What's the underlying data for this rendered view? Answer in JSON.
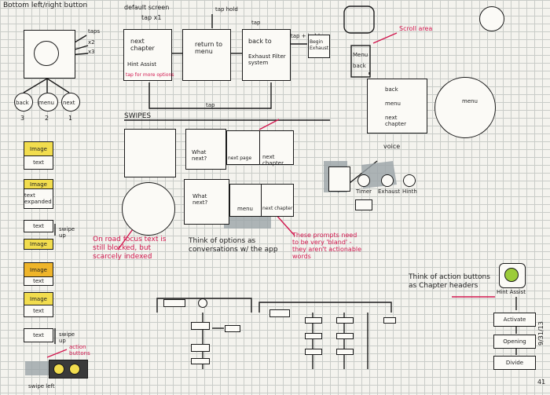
{
  "header": {
    "title": "Bottom left/right button"
  },
  "notes": {
    "taps": "taps",
    "x2": "x2",
    "x3": "x3",
    "tap_labels": [
      "back",
      "menu",
      "next"
    ],
    "tap_counts": [
      "3",
      "2",
      "1"
    ],
    "default_screen": "default screen",
    "tap_x1": "tap x1",
    "tap_hold": "tap hold",
    "tap_star": "tap",
    "tap_hold2": "tap + hold",
    "tap_bottom": "tap",
    "next_chapter": "next chapter",
    "hint_assist": "Hint Assist",
    "tap_for_more": "tap for more options",
    "return_to_menu": "return to menu",
    "back_to": "back to",
    "exhaust_filter": "Exhaust Filter system",
    "begin_exhaust": "Begin Exhaust",
    "scroll_area": "Scroll area",
    "menu_label": "Menu",
    "back_label": "back",
    "back": "back",
    "menu": "menu",
    "next_chapter2": "next chapter",
    "voice": "voice",
    "swipes": "SWIPES",
    "what_next": "What next?",
    "next_chapter3": "next chapter",
    "next_page": "next page",
    "swipe_up": "swipe up",
    "what_next2": "What next?",
    "menu2": "menu",
    "next_chapter4": "next chapter",
    "image": "Image",
    "text": "text",
    "text_expanded": "text expanded",
    "swipe_up_short": "swipe up",
    "swipe_up2": "swipe up",
    "action_buttons": "action buttons",
    "swipe_left": "swipe left",
    "on_road": "On road focus text is still blocked, but scarcely indexed",
    "think_options": "Think of options as conversations w/ the app",
    "prompts_note": "These prompts need to be very 'bland' - they aren't actionable words",
    "timer": "Timer",
    "exhaust": "Exhaust",
    "hinth": "Hinth",
    "think_action": "Think of action buttons as Chapter headers",
    "hint_assist2": "Hint Assist",
    "actions": [
      "Activate",
      "Opening",
      "Divide"
    ],
    "date": "9/31/13",
    "page_mark": "41"
  }
}
